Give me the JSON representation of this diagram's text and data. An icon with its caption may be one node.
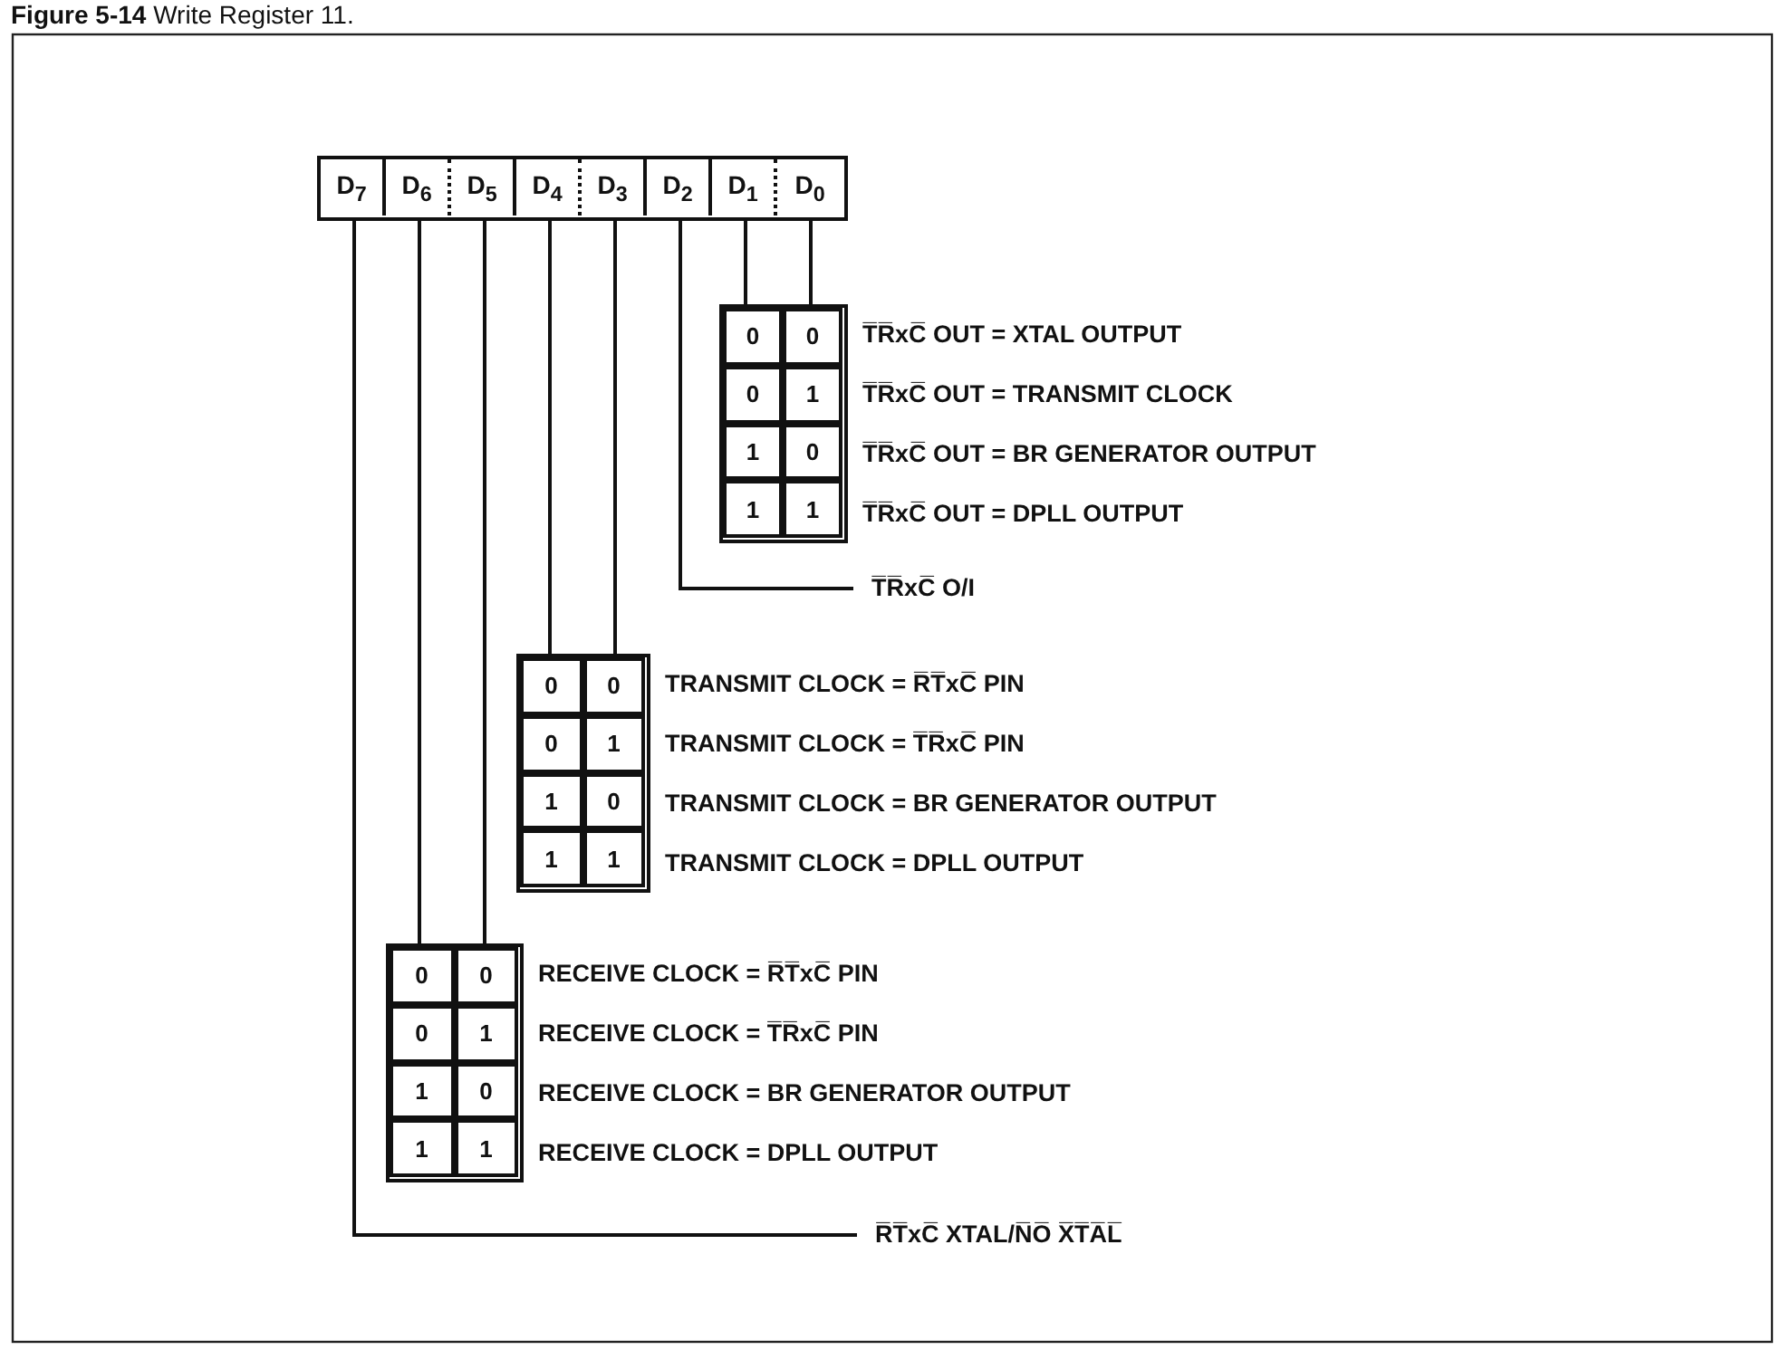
{
  "diagram": {
    "title": "**Figure 5-14** Write Register 11.",
    "nodes": [
      {
        "text": [],
        "shape": "box"
      },
      {
        "text": [
          "D$_{7}$"
        ],
        "in": 0
      },
      {
        "text": [
          "D$_{6}$"
        ],
        "in": 0
      },
      {
        "text": [
          "D$_{5}$"
        ],
        "in": 0
      },
      {
        "text": [
          "D$_{4}$"
        ],
        "in": 0
      },
      {
        "text": [
          "D$_{3}$"
        ],
        "in": 0
      },
      {
        "text": [
          "D$_{2}$"
        ],
        "in": 0
      },
      {
        "text": [
          "D$_{1}$"
        ],
        "in": 0
      },
      {
        "text": [
          "D$_{0}$"
        ],
        "in": 0
      },
      {
        "text": [],
        "shape": "box",
        "beside": [
          "T̅R̅xC̅ OUT = XTAL OUTPUT",
          "T̅R̅xC̅ OUT = TRANSMIT CLOCK",
          "T̅R̅xC̅ OUT = BR GENERATOR OUTPUT",
          "T̅R̅xC̅ OUT = DPLL OUTPUT"
        ]
      },
      {
        "text": [
          "0"
        ],
        "in": 9
      },
      {
        "text": [
          "0"
        ],
        "in": 9
      },
      {
        "text": [
          "0"
        ],
        "in": 9
      },
      {
        "text": [
          "1"
        ],
        "in": 9
      },
      {
        "text": [
          "1"
        ],
        "in": 9
      },
      {
        "text": [
          "0"
        ],
        "in": 9
      },
      {
        "text": [
          "1"
        ],
        "in": 9
      },
      {
        "text": [
          "1"
        ],
        "in": 9
      },
      {
        "text": [
          "T̅R̅xC̅ O/I"
        ]
      },
      {
        "text": [],
        "shape": "box",
        "beside": [
          "TRANSMIT CLOCK = R̅T̅xC̅ PIN",
          "TRANSMIT CLOCK = T̅R̅xC̅ PIN",
          "TRANSMIT CLOCK = BR GENERATOR OUTPUT",
          "TRANSMIT CLOCK = DPLL OUTPUT"
        ]
      },
      {
        "text": [
          "0"
        ],
        "in": 19
      },
      {
        "text": [
          "0"
        ],
        "in": 19
      },
      {
        "text": [
          "0"
        ],
        "in": 19
      },
      {
        "text": [
          "1"
        ],
        "in": 19
      },
      {
        "text": [
          "1"
        ],
        "in": 19
      },
      {
        "text": [
          "0"
        ],
        "in": 19
      },
      {
        "text": [
          "1"
        ],
        "in": 19
      },
      {
        "text": [
          "1"
        ],
        "in": 19
      },
      {
        "text": [],
        "shape": "box",
        "beside": [
          "RECEIVE CLOCK = R̅T̅xC̅ PIN",
          "RECEIVE CLOCK = T̅R̅xC̅ PIN",
          "RECEIVE CLOCK = BR GENERATOR OUTPUT",
          "RECEIVE CLOCK = DPLL OUTPUT"
        ]
      },
      {
        "text": [
          "0"
        ],
        "in": 28
      },
      {
        "text": [
          "0"
        ],
        "in": 28
      },
      {
        "text": [
          "0"
        ],
        "in": 28
      },
      {
        "text": [
          "1"
        ],
        "in": 28
      },
      {
        "text": [
          "1"
        ],
        "in": 28
      },
      {
        "text": [
          "0"
        ],
        "in": 28
      },
      {
        "text": [
          "1"
        ],
        "in": 28
      },
      {
        "text": [
          "1"
        ],
        "in": 28
      },
      {
        "text": [
          "R̅T̅xC̅ XTAL/N̅O̅ X̅T̅A̅L̅"
        ]
      }
    ],
    "edges": [
      {
        "from": 7,
        "to": 9,
        "arrow": "none"
      },
      {
        "from": 8,
        "to": 9,
        "arrow": "none"
      },
      {
        "from": 6,
        "to": 18,
        "arrow": "none"
      },
      {
        "from": 4,
        "to": 19,
        "arrow": "none"
      },
      {
        "from": 5,
        "to": 19,
        "arrow": "none"
      },
      {
        "from": 2,
        "to": 28,
        "arrow": "none"
      },
      {
        "from": 3,
        "to": 28,
        "arrow": "none"
      },
      {
        "from": 1,
        "to": 37,
        "arrow": "none"
      }
    ]
  }
}
